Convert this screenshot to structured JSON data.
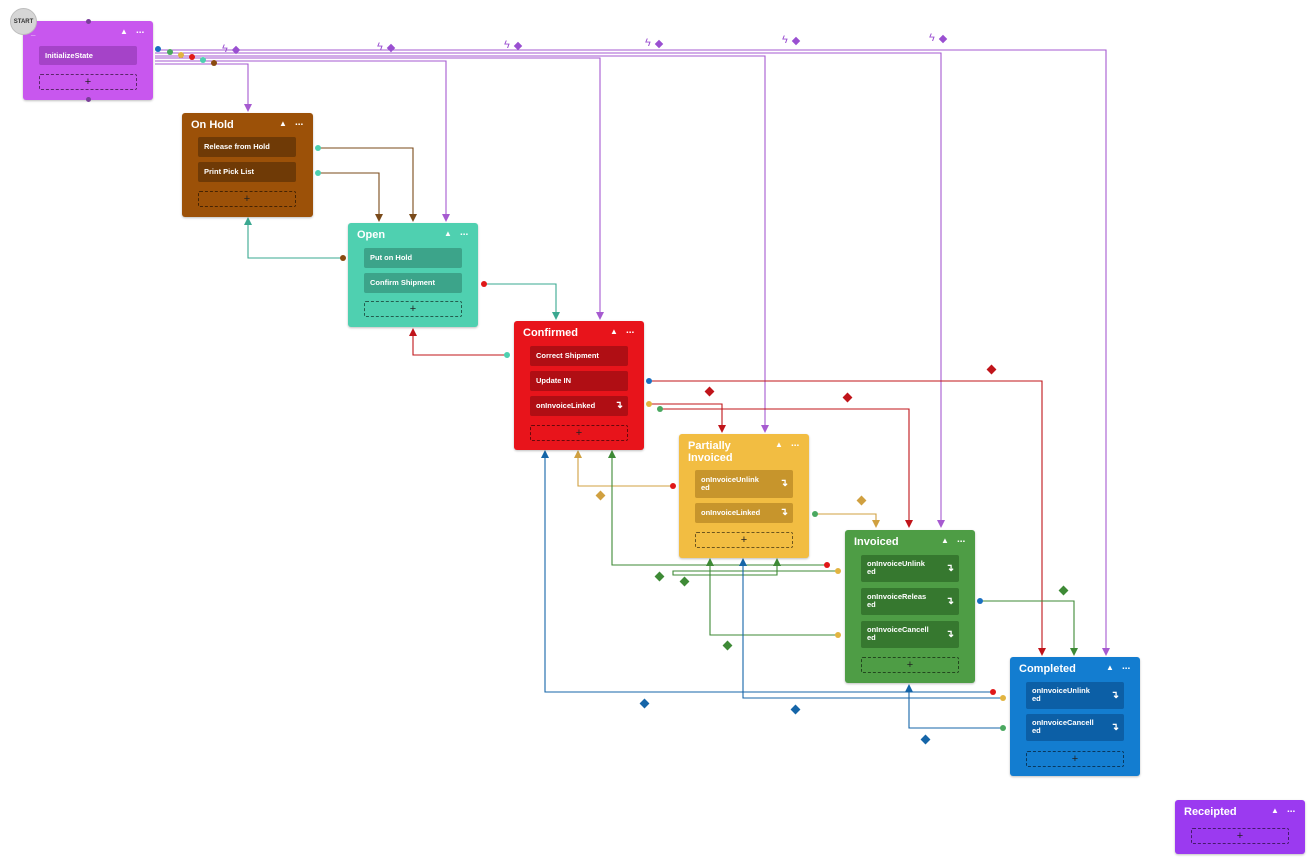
{
  "canvas": {
    "start_label": "START",
    "add_symbol": "+",
    "collapse_symbol": "▲",
    "menu_symbol": "...",
    "trigger_icon": "lightning-icon",
    "action_icon": "return-arrow-icon"
  },
  "colors": {
    "initialize": "#c857ee",
    "on_hold": "#9c5108",
    "open": "#4fd0b0",
    "confirmed": "#e8141b",
    "partially_invoiced": "#f2bd42",
    "invoiced": "#4e9d45",
    "completed": "#137dd0",
    "receipted": "#9b3af0"
  },
  "states": {
    "initialize": {
      "actions": [
        "InitializeState"
      ]
    },
    "on_hold": {
      "title": "On Hold",
      "actions": [
        "Release from Hold",
        "Print Pick List"
      ]
    },
    "open": {
      "title": "Open",
      "actions": [
        "Put on Hold",
        "Confirm Shipment"
      ]
    },
    "confirmed": {
      "title": "Confirmed",
      "actions": [
        "Correct Shipment",
        "Update IN",
        "onInvoiceLinked"
      ]
    },
    "partially_invoiced": {
      "title": "Partially\nInvoiced",
      "actions": [
        "onInvoiceUnlinked",
        "onInvoiceLinked"
      ]
    },
    "invoiced": {
      "title": "Invoiced",
      "actions": [
        "onInvoiceUnlinked",
        "onInvoiceReleased",
        "onInvoiceCancelled"
      ]
    },
    "completed": {
      "title": "Completed",
      "actions": [
        "onInvoiceUnlinked",
        "onInvoiceCancelled"
      ]
    },
    "receipted": {
      "title": "Receipted",
      "actions": []
    }
  }
}
